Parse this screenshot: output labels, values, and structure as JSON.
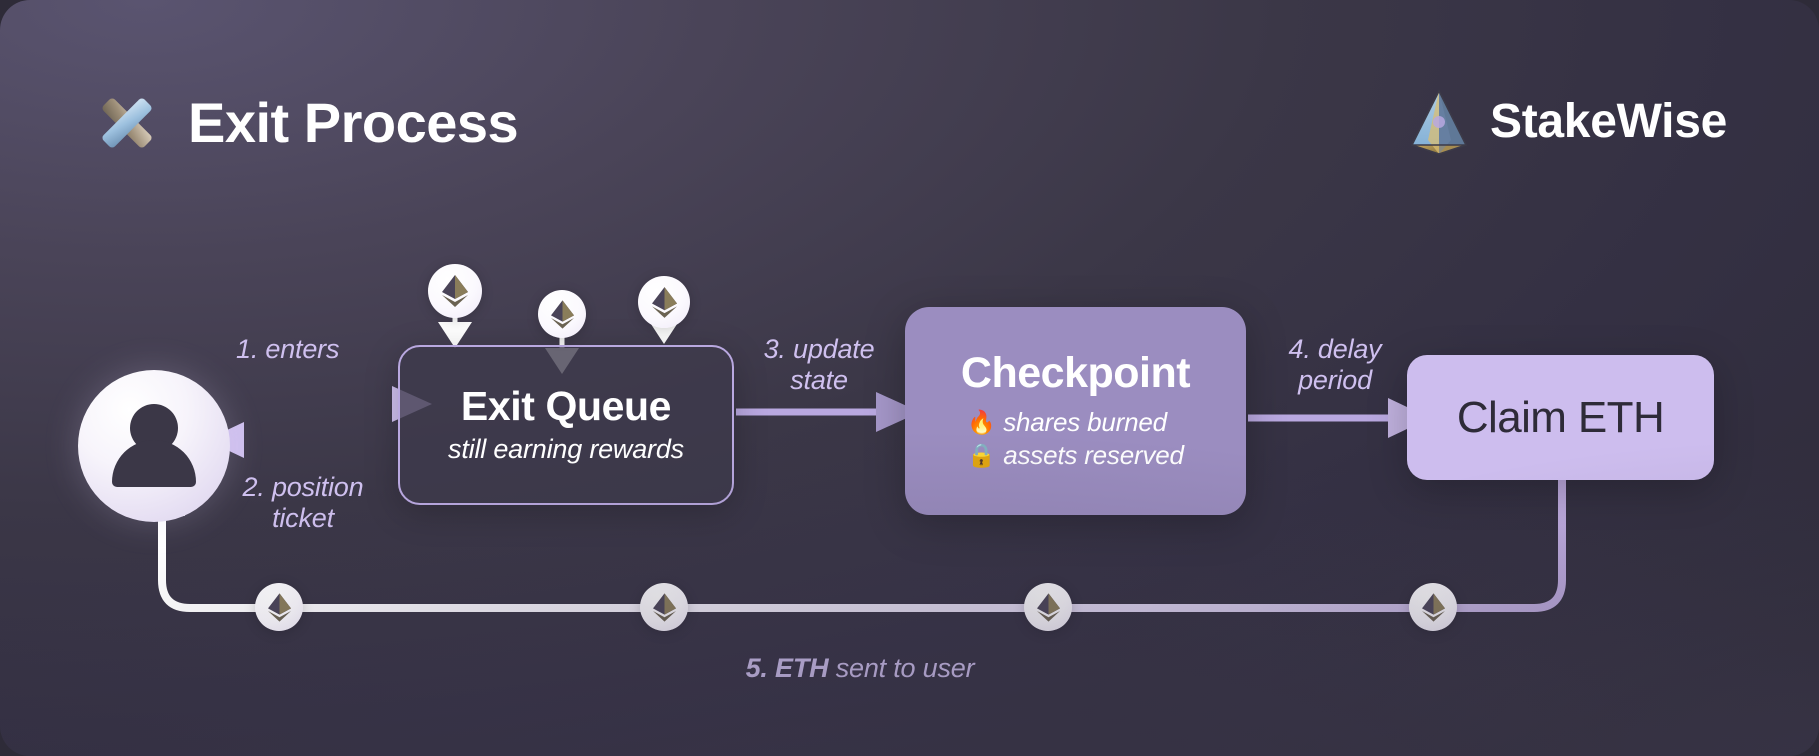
{
  "header": {
    "title": "Exit Process",
    "title_icon": "x-cross-emoji",
    "brand": "StakeWise",
    "brand_icon": "stakewise-pyramid-logo"
  },
  "colors": {
    "background_dark": "#2e2b38",
    "background_light": "#5a5470",
    "accent_light_purple": "#cfc0ef",
    "checkpoint_fill": "#9b8dc0",
    "claim_fill": "#cdbdee",
    "node_border": "#b9a8e0",
    "text_white": "#ffffff",
    "text_dark": "#2e2b38"
  },
  "nodes": {
    "user": {
      "name": "user-avatar",
      "icon": "person-icon"
    },
    "exit_queue": {
      "title": "Exit Queue",
      "subtitle": "still earning rewards"
    },
    "checkpoint": {
      "title": "Checkpoint",
      "rows": [
        {
          "icon": "fire-emoji",
          "glyph": "🔥",
          "text": "shares burned"
        },
        {
          "icon": "lock-emoji",
          "glyph": "🔒",
          "text": "assets reserved"
        }
      ]
    },
    "claim": {
      "title": "Claim ETH"
    }
  },
  "edges": {
    "enters": "1. enters",
    "position_ticket": "2. position\nticket",
    "update_state": "3. update\nstate",
    "delay_period": "4. delay\nperiod",
    "eth_sent_strong": "5. ETH",
    "eth_sent_rest": " sent to user"
  },
  "eth_tokens": {
    "top_count": 3,
    "bottom_count": 4,
    "icon": "ethereum-diamond-icon"
  }
}
